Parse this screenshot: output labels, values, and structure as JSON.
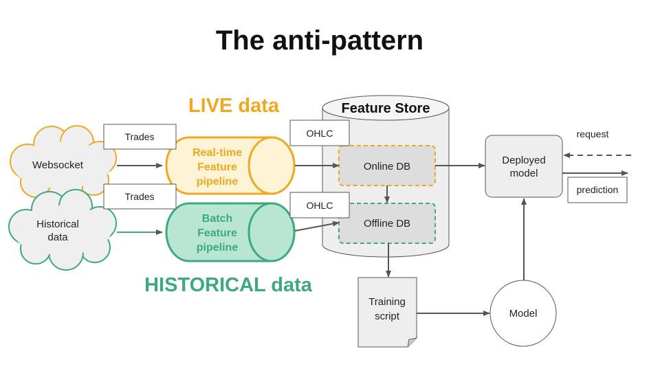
{
  "title": "The anti-pattern",
  "labels": {
    "live": "LIVE data",
    "historical": "HISTORICAL data"
  },
  "nodes": {
    "websocket": "Websocket",
    "historical_data": [
      "Historical",
      "data"
    ],
    "trades_top": "Trades",
    "trades_bottom": "Trades",
    "realtime_pipeline": [
      "Real-time",
      "Feature",
      "pipeline"
    ],
    "batch_pipeline": [
      "Batch",
      "Feature",
      "pipeline"
    ],
    "ohlc_top": "OHLC",
    "ohlc_bottom": "OHLC",
    "feature_store": "Feature Store",
    "online_db": "Online DB",
    "offline_db": "Offline DB",
    "deployed_model": [
      "Deployed",
      "model"
    ],
    "request": "request",
    "prediction": "prediction",
    "training_script": [
      "Training",
      "script"
    ],
    "model": "Model"
  },
  "colors": {
    "live": "#F0A820",
    "live_fill": "#FFF3D6",
    "historical": "#3DAA7D",
    "historical_fill": "#B9E5D3",
    "arrow": "#555555",
    "cloud_fill": "#EFEFEF",
    "box_fill": "#EEEEEE",
    "db_fill": "#DDDDDD"
  }
}
